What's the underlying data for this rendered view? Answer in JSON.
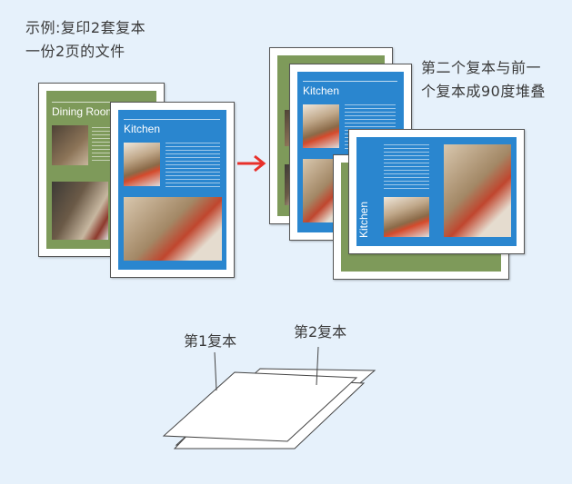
{
  "intro": {
    "line1": "示例:复印2套复本",
    "line2": "一份2页的文件"
  },
  "rotated_note": {
    "line1": "第二个复本与前一",
    "line2": "个复本成90度堆叠"
  },
  "original_pages": {
    "page1_title": "Dining Room",
    "page2_title": "Kitchen"
  },
  "stacked_pages": {
    "page_title": "Kitchen",
    "rotated_title": "Kitchen"
  },
  "sheet_labels": {
    "copy1": "第1复本",
    "copy2": "第2复本"
  },
  "colors": {
    "arrow": "#e8302a",
    "green_panel": "#7e9a5a",
    "blue_panel": "#2a86cf"
  }
}
